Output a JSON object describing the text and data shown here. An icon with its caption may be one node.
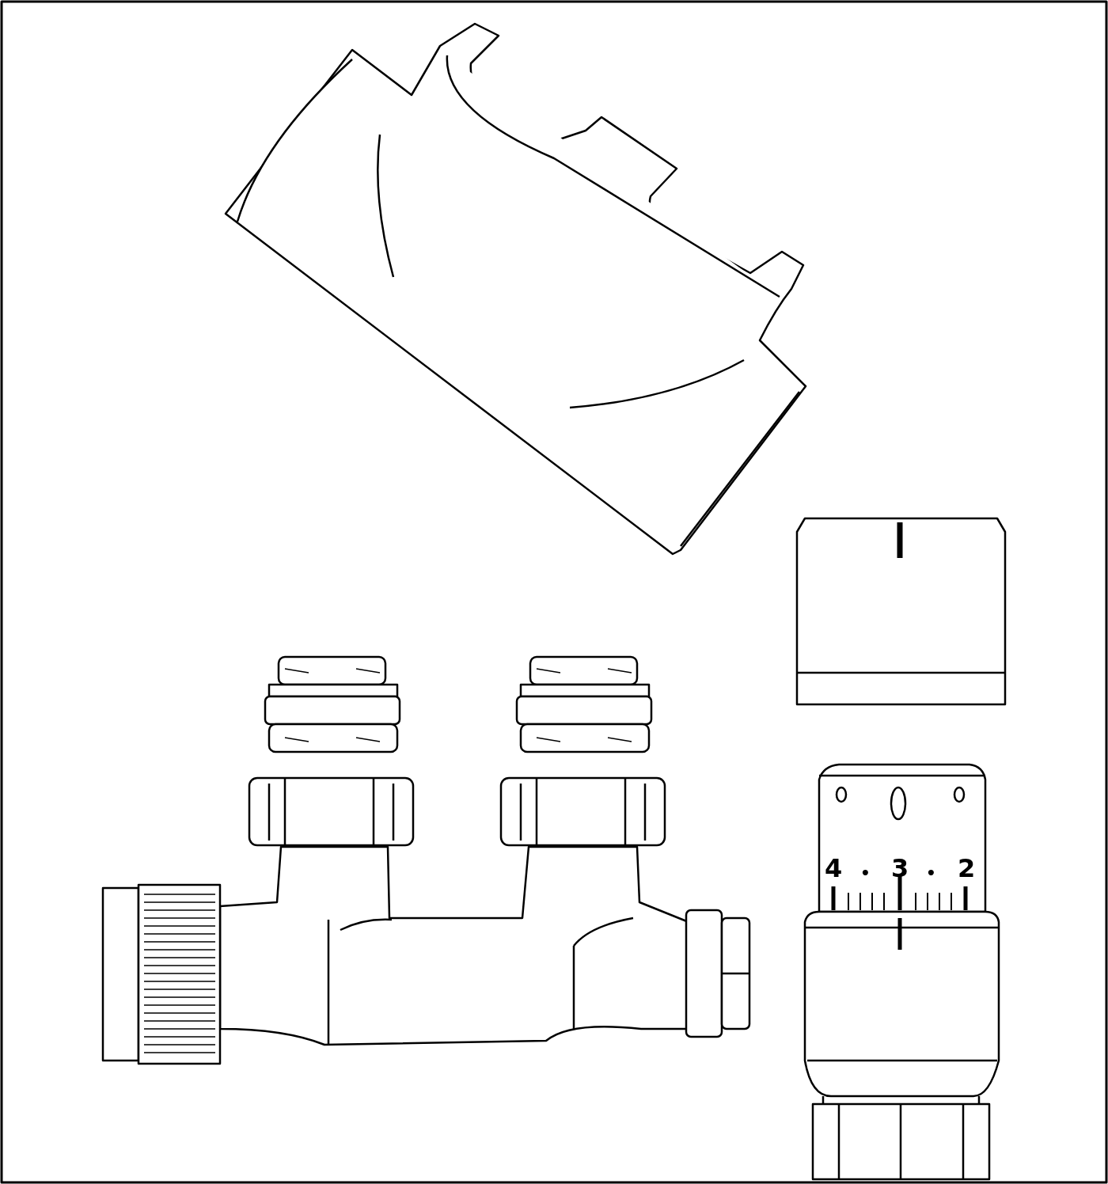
{
  "diagram": {
    "labels": [
      "4",
      "•",
      "3",
      "•",
      "2"
    ]
  }
}
